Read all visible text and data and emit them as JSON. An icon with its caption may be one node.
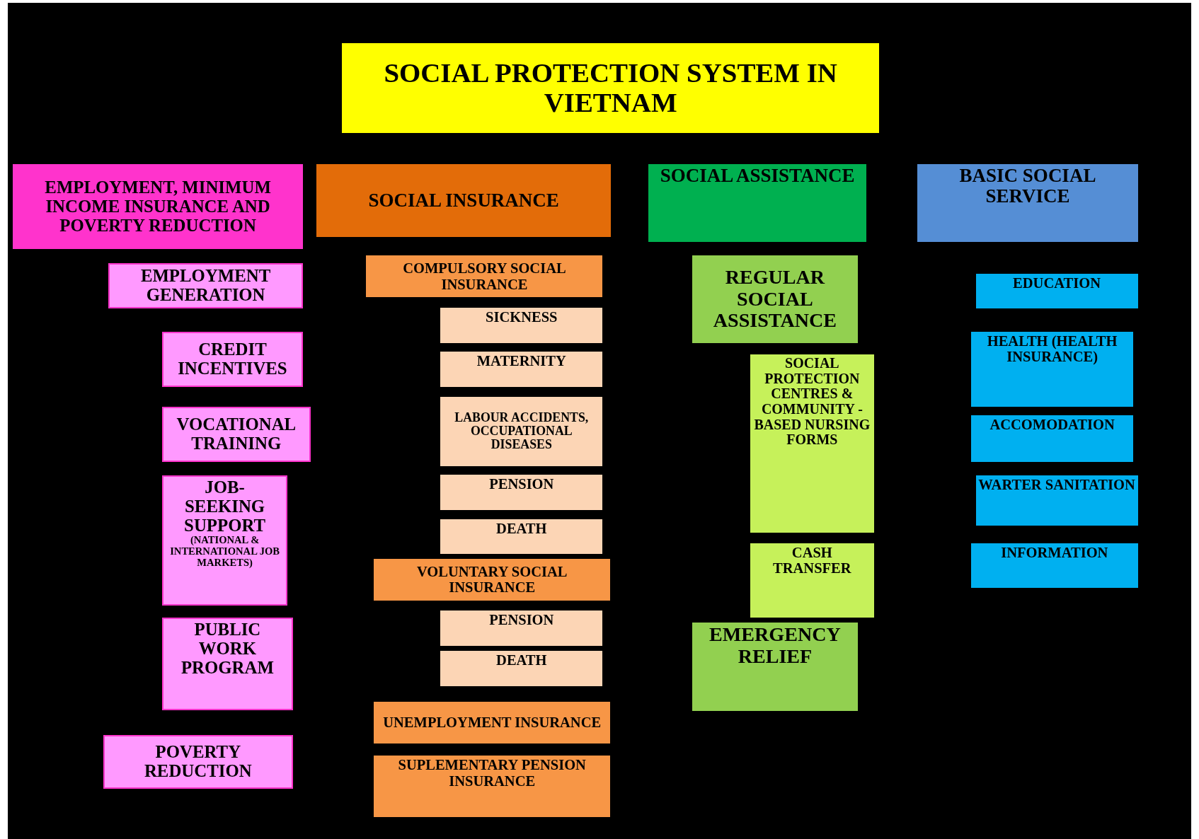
{
  "diagram": {
    "nodes": [
      {
        "text": [
          "SOCIAL PROTECTION SYSTEM IN VIETNAM"
        ]
      },
      {
        "text": [
          "EMPLOYMENT, MINIMUM INCOME INSURANCE AND POVERTY REDUCTION"
        ]
      },
      {
        "text": [
          "SOCIAL INSURANCE"
        ]
      },
      {
        "text": [
          "SOCIAL ASSISTANCE"
        ]
      },
      {
        "text": [
          "BASIC SOCIAL SERVICE"
        ]
      },
      {
        "text": [
          "EMPLOYMENT GENERATION"
        ]
      },
      {
        "text": [
          "CREDIT INCENTIVES"
        ]
      },
      {
        "text": [
          "VOCATIONAL TRAINING"
        ]
      },
      {
        "text": [
          "JOB-SEEKING SUPPORT",
          "(NATIONAL & INTERNATIONAL JOB MARKETS)"
        ]
      },
      {
        "text": [
          "PUBLIC WORK PROGRAM"
        ]
      },
      {
        "text": [
          "POVERTY REDUCTION"
        ]
      },
      {
        "text": [
          "COMPULSORY SOCIAL INSURANCE"
        ]
      },
      {
        "text": [
          "SICKNESS"
        ]
      },
      {
        "text": [
          "MATERNITY"
        ]
      },
      {
        "text": [
          "LABOUR ACCIDENTS, OCCUPATIONAL DISEASES"
        ]
      },
      {
        "text": [
          "PENSION"
        ]
      },
      {
        "text": [
          "DEATH"
        ]
      },
      {
        "text": [
          "VOLUNTARY SOCIAL INSURANCE"
        ]
      },
      {
        "text": [
          "PENSION"
        ]
      },
      {
        "text": [
          "DEATH"
        ]
      },
      {
        "text": [
          "UNEMPLOYMENT INSURANCE"
        ]
      },
      {
        "text": [
          "SUPLEMENTARY PENSION INSURANCE"
        ]
      },
      {
        "text": [
          "REGULAR SOCIAL ASSISTANCE"
        ]
      },
      {
        "text": [
          "SOCIAL PROTECTION CENTRES & COMMUNITY -BASED NURSING FORMS"
        ]
      },
      {
        "text": [
          "CASH TRANSFER"
        ]
      },
      {
        "text": [
          "EMERGENCY RELIEF"
        ]
      },
      {
        "text": [
          "EDUCATION"
        ]
      },
      {
        "text": [
          "HEALTH (HEALTH INSURANCE)"
        ]
      },
      {
        "text": [
          "ACCOMODATION"
        ]
      },
      {
        "text": [
          "WARTER SANITATION"
        ]
      },
      {
        "text": [
          "INFORMATION"
        ]
      }
    ]
  }
}
